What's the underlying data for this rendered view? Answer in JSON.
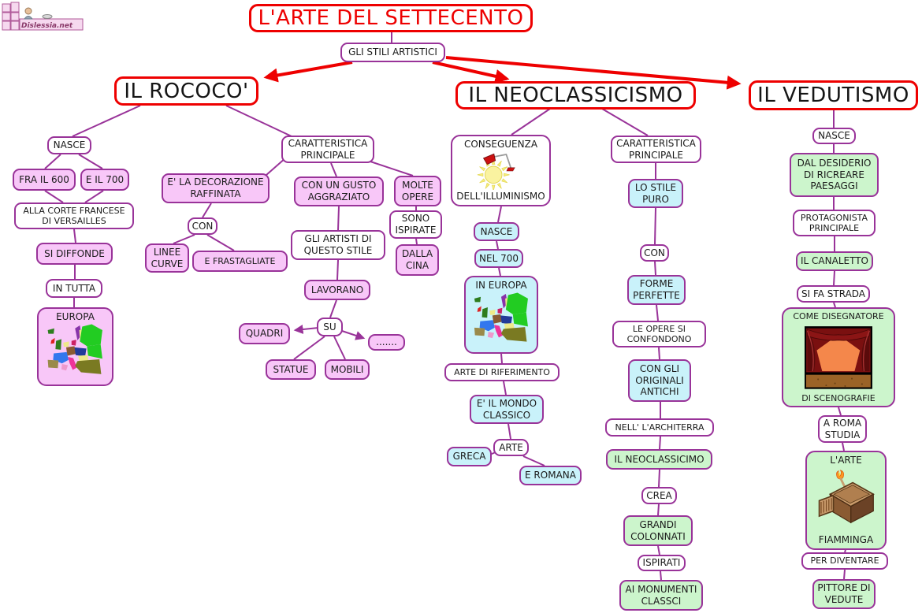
{
  "logo": {
    "text": "Dislessia.net"
  },
  "header": {
    "title": "L'ARTE DEL SETTECENTO",
    "subtitle": "GLI STILI ARTISTICI"
  },
  "branches": {
    "rococo": {
      "title": "IL ROCOCO'"
    },
    "neoclassicismo": {
      "title": "IL NEOCLASSICISMO"
    },
    "vedutismo": {
      "title": "IL VEDUTISMO"
    }
  },
  "nodes": {
    "nasce_rococo": "NASCE",
    "fra_il_600": "FRA IL 600",
    "e_il_700": "E IL 700",
    "alla_corte": "ALLA CORTE FRANCESE DI VERSAILLES",
    "si_diffonde": "SI DIFFONDE",
    "in_tutta": "IN TUTTA",
    "europa": "EUROPA",
    "caratteristica_rococo": "CARATTERISTICA PRINCIPALE",
    "decorazione": "E' LA DECORAZIONE RAFFINATA",
    "con_rococo": "CON",
    "linee_curve": "LINEE CURVE",
    "e_frastagliate": "E FRASTAGLIATE",
    "gusto": "CON UN GUSTO AGGRAZIATO",
    "molte_opere": "MOLTE OPERE",
    "sono_ispirate": "SONO ISPIRATE",
    "dalla_cina": "DALLA CINA",
    "gli_artisti": "GLI ARTISTI DI QUESTO STILE",
    "lavorano": "LAVORANO",
    "su": "SU",
    "quadri": "QUADRI",
    "statue": "STATUE",
    "mobili": "MOBILI",
    "dots": ".......",
    "conseguenza_top": "CONSEGUENZA",
    "conseguenza_bottom": "DELL'ILLUMINISMO",
    "nasce_neo": "NASCE",
    "nel_700": "NEL 700",
    "in_europa": "IN EUROPA",
    "arte_riferimento": "ARTE DI RIFERIMENTO",
    "mondo_classico": "E' IL MONDO CLASSICO",
    "arte": "ARTE",
    "greca": "GRECA",
    "e_romana": "E ROMANA",
    "caratteristica_neo": "CARATTERISTICA PRINCIPALE",
    "lo_stile_puro": "LO STILE PURO",
    "con_neo": "CON",
    "forme_perfette": "FORME PERFETTE",
    "le_opere": "LE OPERE SI CONFONDONO",
    "originali_antichi": "CON GLI ORIGINALI ANTICHI",
    "architerra": "NELL' L'ARCHITERRA",
    "neoclassicimo": "IL NEOCLASSICIMO",
    "crea": "CREA",
    "grandi_colonnati": "GRANDI COLONNATI",
    "ispirati": "ISPIRATI",
    "monumenti": "AI MONUMENTI CLASSCI",
    "nasce_ved": "NASCE",
    "desiderio": "DAL DESIDERIO DI RICREARE PAESAGGI",
    "protagonista": "PROTAGONISTA PRINCIPALE",
    "canaletto": "IL CANALETTO",
    "si_fa_strada": "SI FA STRADA",
    "come_disegnatore": "COME DISEGNATORE",
    "di_scenografie": "DI SCENOGRAFIE",
    "a_roma_studia": "A ROMA STUDIA",
    "larte": "L'ARTE",
    "fiamminga": "FIAMMINGA",
    "per_diventare": "PER DIVENTARE",
    "pittore": "PITTORE DI VEDUTE"
  },
  "colors": {
    "accent_red": "#ee0000",
    "border_purple": "#993399",
    "box_pink": "#f8c7f8",
    "box_cyan": "#c9f2fa",
    "box_green": "#ccf5cc"
  }
}
